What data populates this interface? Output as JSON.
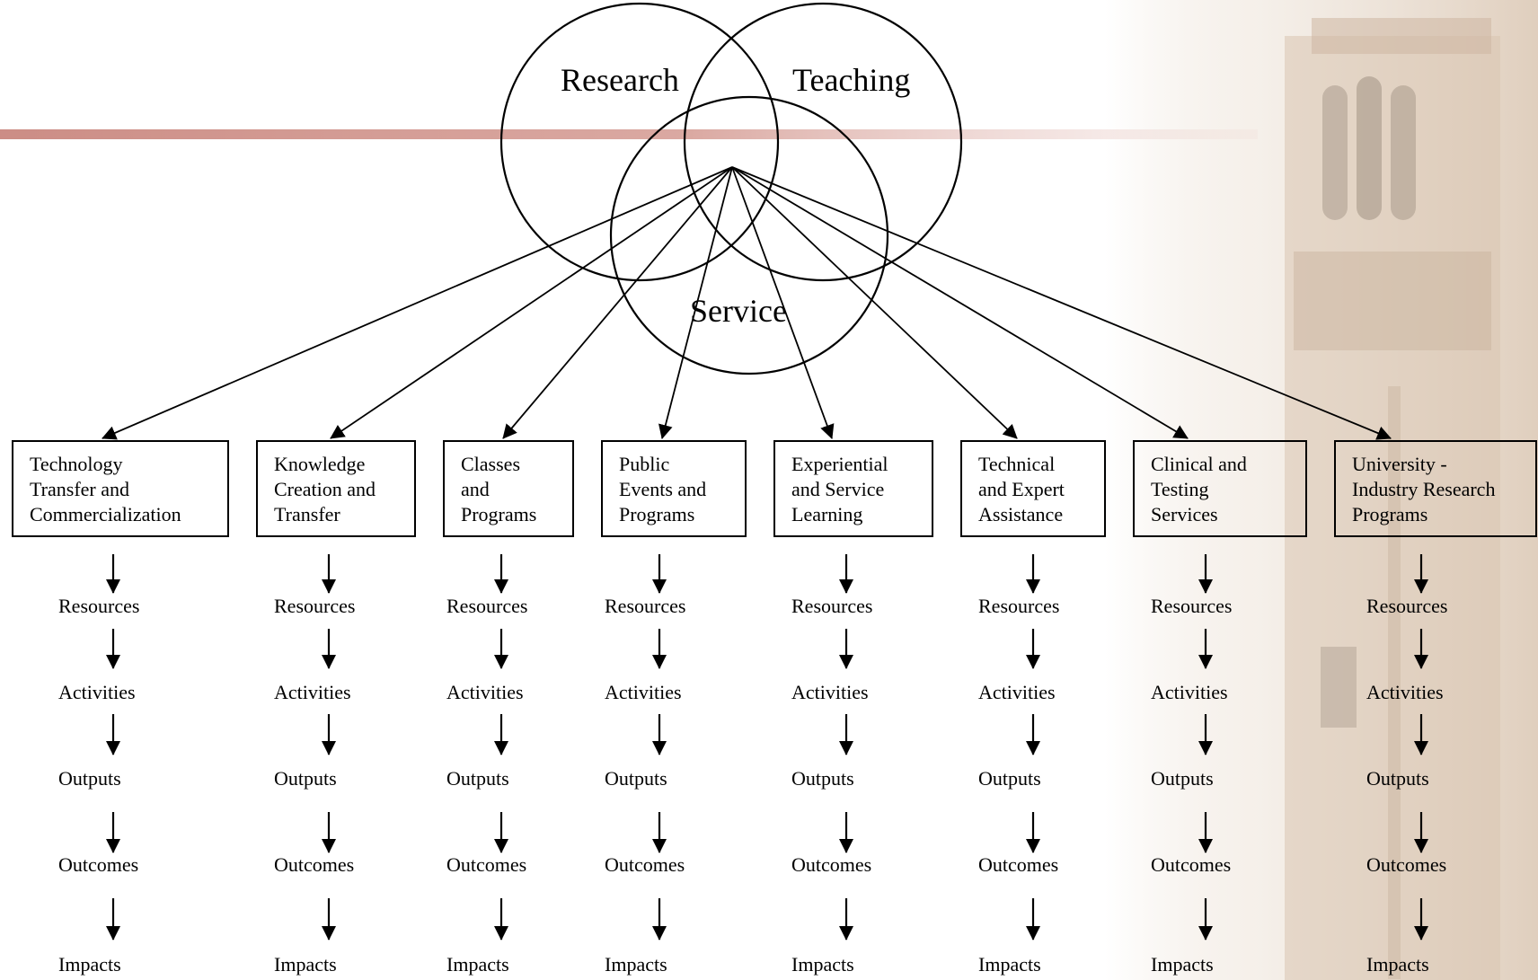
{
  "circles": [
    "Research",
    "Teaching",
    "Service"
  ],
  "programs": [
    {
      "title": "Technology\nTransfer and\nCommercialization"
    },
    {
      "title": "Knowledge\nCreation and\nTransfer"
    },
    {
      "title": "Classes\nand\nPrograms"
    },
    {
      "title": "Public\nEvents and\nPrograms"
    },
    {
      "title": "Experiential\nand Service\nLearning"
    },
    {
      "title": "Technical\nand Expert\nAssistance"
    },
    {
      "title": "Clinical and\nTesting\nServices"
    },
    {
      "title": "University -\nIndustry Research\nPrograms"
    }
  ],
  "stages": [
    "Resources",
    "Activities",
    "Outputs",
    "Outcomes",
    "Impacts"
  ],
  "colors": {
    "line": "#000000",
    "accent_bar": "#c9877f",
    "background_tint": "#e9ddd2"
  }
}
